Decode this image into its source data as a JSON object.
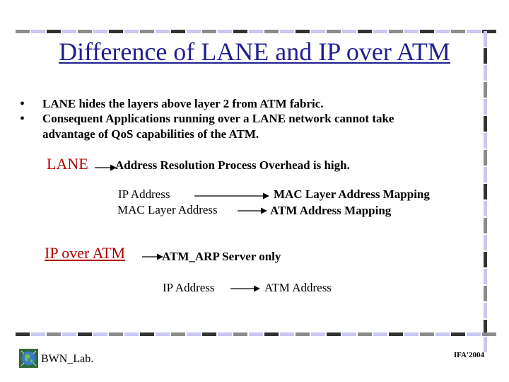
{
  "slide": {
    "title": "Difference of LANE and IP over ATM",
    "bullets": [
      "LANE hides the layers above layer 2 from ATM fabric.",
      "Consequent Applications running over a LANE network cannot take",
      "advantage of QoS capabilities of the ATM."
    ],
    "lane": {
      "label": "LANE",
      "note": "Address Resolution Process Overhead is high.",
      "mappings": [
        {
          "from": "IP Address",
          "to": "MAC Layer Address Mapping"
        },
        {
          "from": "MAC Layer Address",
          "to": "ATM Address Mapping"
        }
      ]
    },
    "ipoveratm": {
      "label": "IP over ATM",
      "note": "ATM_ARP Server only",
      "mapping": {
        "from": "IP Address",
        "to": "ATM Address"
      }
    },
    "footer": {
      "left": "BWN_Lab.",
      "right": "IFA'2004"
    }
  },
  "colors": {
    "title": "#1f1f8f",
    "label": "#b00000",
    "border_gray": "#8c8c8c",
    "border_blue": "#c8c8f0",
    "border_dark": "#333333"
  },
  "icons": {
    "bullet": "bullet-icon",
    "arrow": "arrow-right-icon",
    "logo": "globe-logo-icon"
  }
}
